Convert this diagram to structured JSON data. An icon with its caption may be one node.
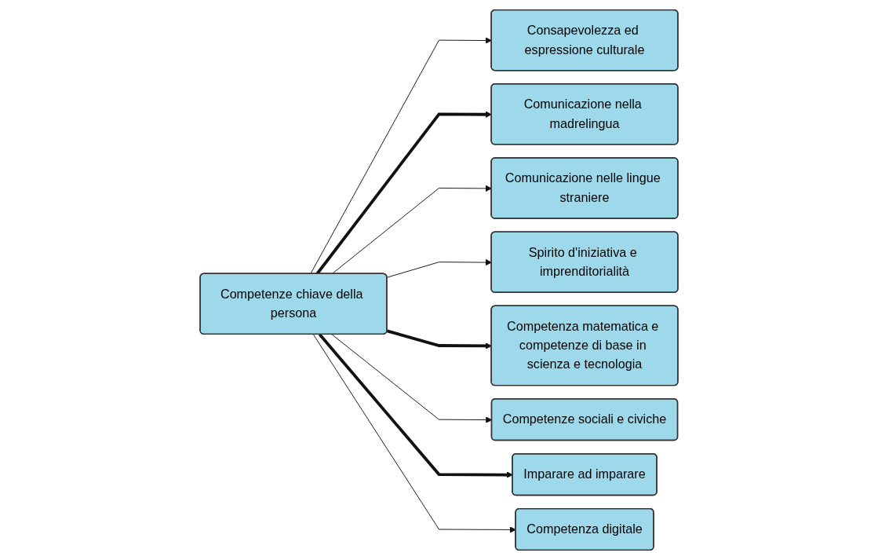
{
  "diagram": {
    "nodes": [
      {
        "text": [
          "Consapevolezza ed espressione culturale"
        ]
      },
      {
        "text": [
          "Comunicazione nella madrelingua"
        ]
      },
      {
        "text": [
          "Comunicazione nelle lingue straniere"
        ]
      },
      {
        "text": [
          "Spirito d'iniziativa e imprenditorialità"
        ]
      },
      {
        "text": [
          "Competenze chiave della persona"
        ]
      },
      {
        "text": [
          "Competenza matematica e competenze di base in scienza e tecnologia"
        ]
      },
      {
        "text": [
          "Competenze sociali e civiche"
        ]
      },
      {
        "text": [
          "Imparare ad imparare"
        ]
      },
      {
        "text": [
          "Competenza digitale"
        ]
      }
    ],
    "edges": [
      {
        "from": 4,
        "to": 0,
        "arrow": "to"
      },
      {
        "from": 4,
        "to": 1,
        "arrow": "to",
        "style": "thick"
      },
      {
        "from": 4,
        "to": 2,
        "arrow": "to"
      },
      {
        "from": 4,
        "to": 3,
        "arrow": "to"
      },
      {
        "from": 4,
        "to": 5,
        "arrow": "to",
        "style": "thick"
      },
      {
        "from": 4,
        "to": 6,
        "arrow": "to"
      },
      {
        "from": 4,
        "to": 7,
        "arrow": "to",
        "style": "thick"
      },
      {
        "from": 4,
        "to": 8,
        "arrow": "to"
      }
    ]
  }
}
